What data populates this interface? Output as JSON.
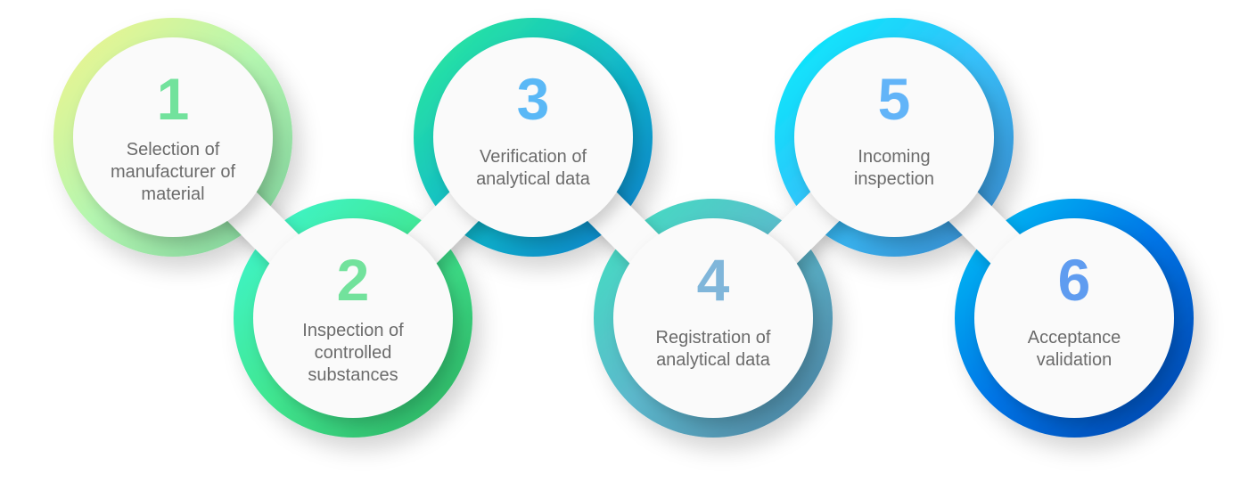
{
  "steps": [
    {
      "number": "1",
      "lines": [
        "Selection of",
        "manufacturer of",
        "material"
      ],
      "number_color": "#72e29c",
      "ring": [
        "#f4f48a",
        "#b4f6b0",
        "#78cc98"
      ]
    },
    {
      "number": "2",
      "lines": [
        "Inspection of",
        "controlled",
        "substances"
      ],
      "number_color": "#72e29c",
      "ring": [
        "#3ef8d6",
        "#40e690",
        "#2aac5c"
      ]
    },
    {
      "number": "3",
      "lines": [
        "Verification of",
        "analytical data"
      ],
      "number_color": "#5ab8f6",
      "ring": [
        "#2eee98",
        "#12bcc8",
        "#0a78cc"
      ]
    },
    {
      "number": "4",
      "lines": [
        "Registration of",
        "analytical data"
      ],
      "number_color": "#80b6da",
      "ring": [
        "#40e4c0",
        "#5cb8cc",
        "#4a7a9c"
      ]
    },
    {
      "number": "5",
      "lines": [
        "Incoming",
        "inspection"
      ],
      "number_color": "#62b4f8",
      "ring": [
        "#00f0fc",
        "#36c0fa",
        "#3a80c4"
      ]
    },
    {
      "number": "6",
      "lines": [
        "Acceptance",
        "validation"
      ],
      "number_color": "#5f9cf0",
      "ring": [
        "#00c8f6",
        "#0074e6",
        "#0040a8"
      ]
    }
  ]
}
